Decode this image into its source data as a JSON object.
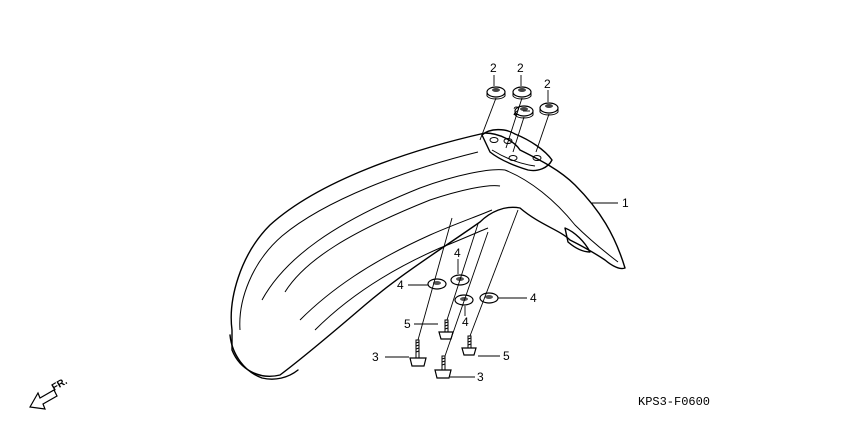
{
  "diagram_code": "KPS3-F0600",
  "direction_label": "FR.",
  "callouts": {
    "fender": "1",
    "rubber_a": "2",
    "rubber_b": "2",
    "rubber_c": "2",
    "rubber_d": "2",
    "bolt_left": "3",
    "bolt_bottom": "3",
    "washer_left": "4",
    "washer_upper": "4",
    "washer_mid": "4",
    "washer_right": "4",
    "bolt_small_left": "5",
    "bolt_small_right": "5"
  },
  "icons": {
    "direction_arrow": "front-direction-arrow-icon"
  }
}
